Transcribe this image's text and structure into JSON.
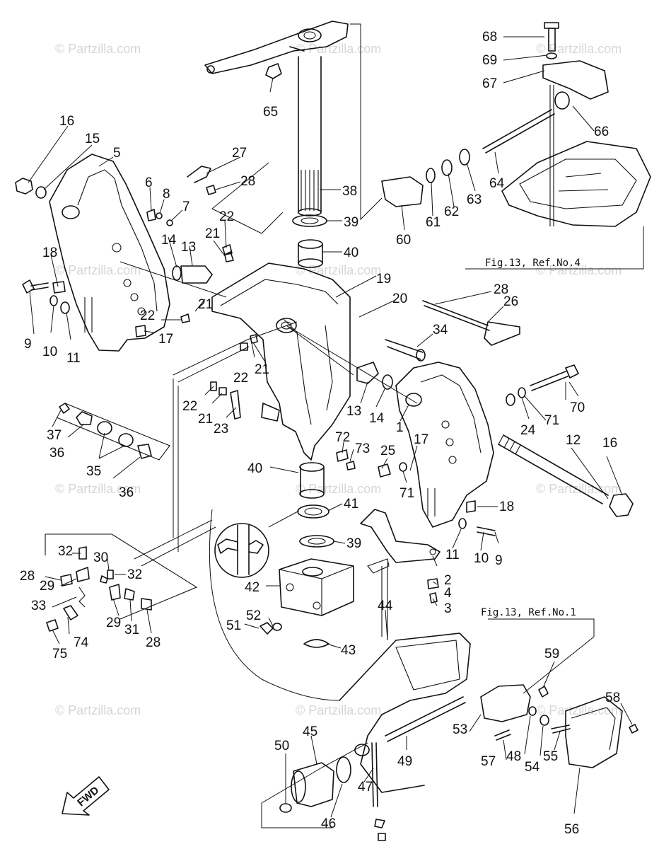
{
  "watermark": "© Partzilla.com",
  "figure_refs": {
    "ref4": "Fig.13, Ref.No.4",
    "ref1": "Fig.13, Ref.No.1"
  },
  "direction_label": "FWD",
  "callouts": {
    "c1": "1",
    "c2": "2",
    "c3": "3",
    "c4": "4",
    "c5": "5",
    "c6": "6",
    "c7": "7",
    "c8": "8",
    "c9a": "9",
    "c9b": "9",
    "c10a": "10",
    "c10b": "10",
    "c11a": "11",
    "c11b": "11",
    "c12": "12",
    "c13a": "13",
    "c13b": "13",
    "c14a": "14",
    "c14b": "14",
    "c15": "15",
    "c16a": "16",
    "c16b": "16",
    "c17a": "17",
    "c17b": "17",
    "c18a": "18",
    "c18b": "18",
    "c19": "19",
    "c20": "20",
    "c21a": "21",
    "c21b": "21",
    "c21c": "21",
    "c21d": "21",
    "c22a": "22",
    "c22b": "22",
    "c22c": "22",
    "c22d": "22",
    "c23": "23",
    "c24": "24",
    "c25": "25",
    "c26": "26",
    "c27": "27",
    "c28a": "28",
    "c28b": "28",
    "c28c": "28",
    "c28d": "28",
    "c29a": "29",
    "c29b": "29",
    "c30": "30",
    "c31": "31",
    "c32a": "32",
    "c32b": "32",
    "c33": "33",
    "c34": "34",
    "c35": "35",
    "c36a": "36",
    "c36b": "36",
    "c37": "37",
    "c38": "38",
    "c39a": "39",
    "c39b": "39",
    "c40a": "40",
    "c40b": "40",
    "c41": "41",
    "c42": "42",
    "c43": "43",
    "c44": "44",
    "c45": "45",
    "c46": "46",
    "c47": "47",
    "c48": "48",
    "c49": "49",
    "c50": "50",
    "c51": "51",
    "c52": "52",
    "c53": "53",
    "c54": "54",
    "c55": "55",
    "c56": "56",
    "c57": "57",
    "c58": "58",
    "c59": "59",
    "c60": "60",
    "c61": "61",
    "c62": "62",
    "c63": "63",
    "c64": "64",
    "c65": "65",
    "c66": "66",
    "c67": "67",
    "c68": "68",
    "c69": "69",
    "c70": "70",
    "c71a": "71",
    "c71b": "71",
    "c72": "72",
    "c73": "73",
    "c74": "74",
    "c75": "75"
  }
}
